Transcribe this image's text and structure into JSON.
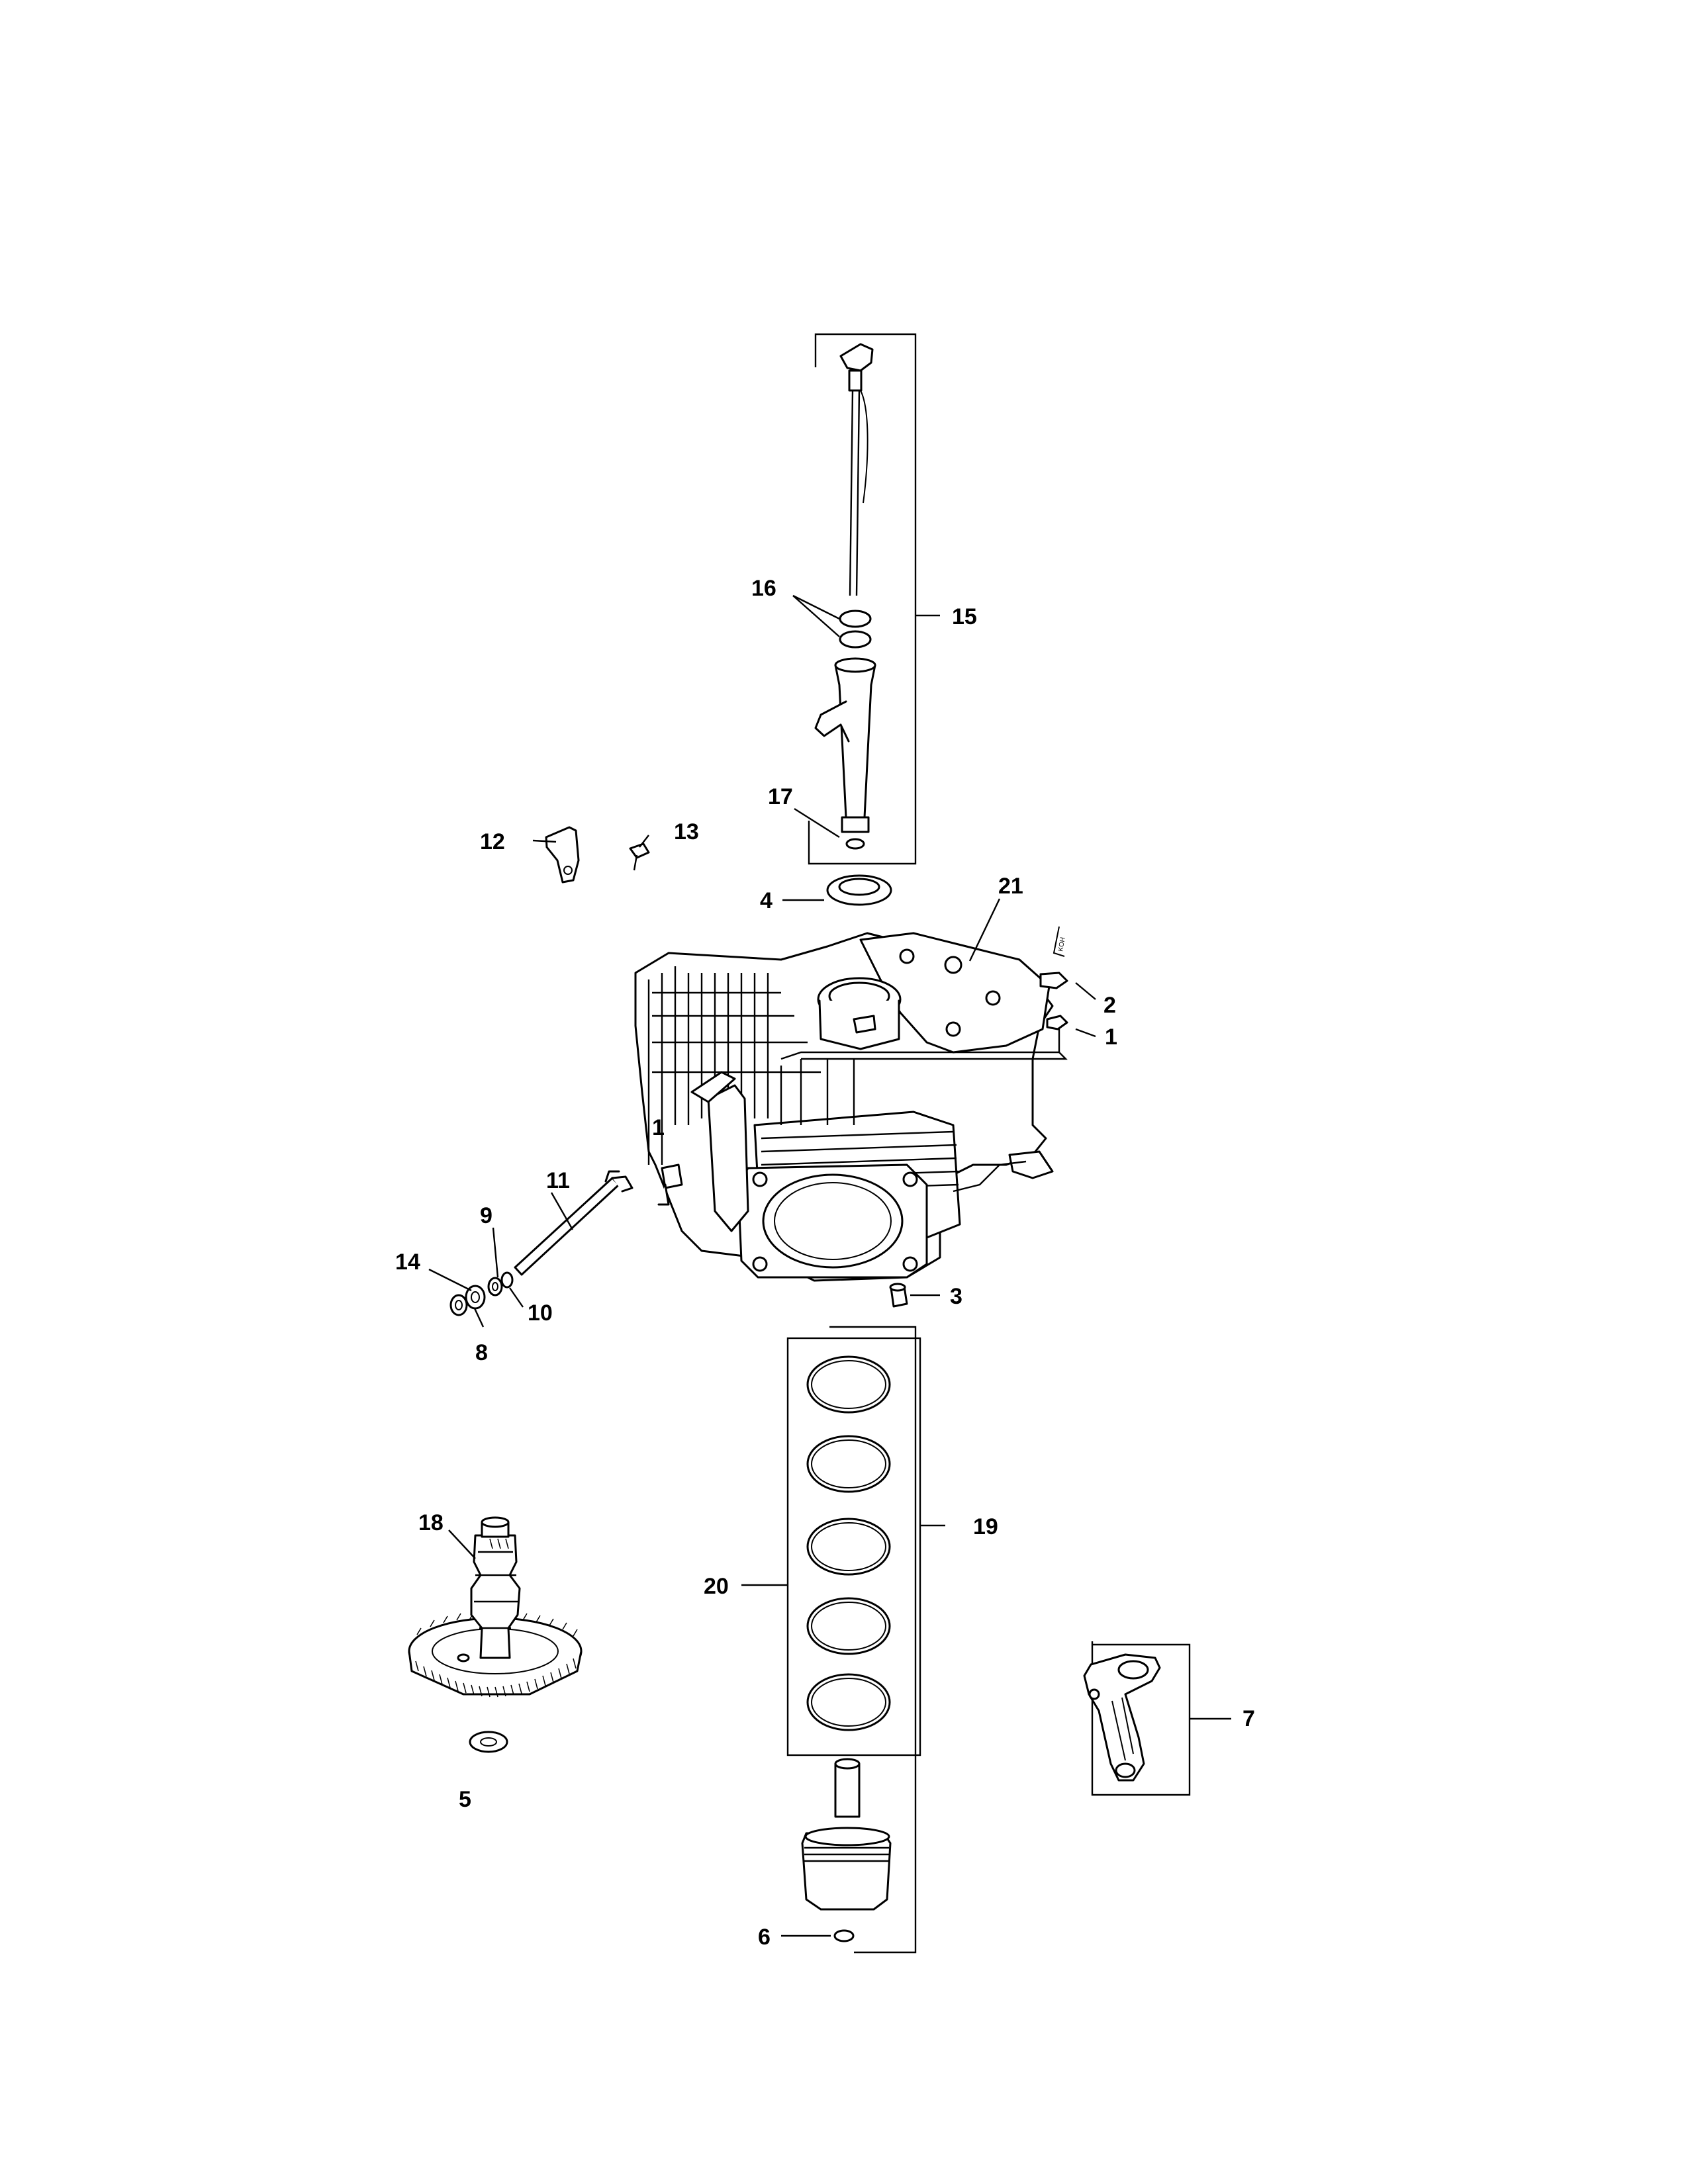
{
  "callouts": {
    "c1": "1",
    "c2": "2",
    "c3": "3",
    "c4": "4",
    "c5": "5",
    "c6": "6",
    "c7": "7",
    "c8": "8",
    "c9": "9",
    "c10": "10",
    "c11": "11",
    "c12": "12",
    "c13": "13",
    "c14": "14",
    "c15": "15",
    "c16": "16",
    "c17": "17",
    "c18": "18",
    "c19": "19",
    "c20": "20",
    "c21": "21"
  },
  "part_marks": {
    "crankcase_mark": "1"
  }
}
